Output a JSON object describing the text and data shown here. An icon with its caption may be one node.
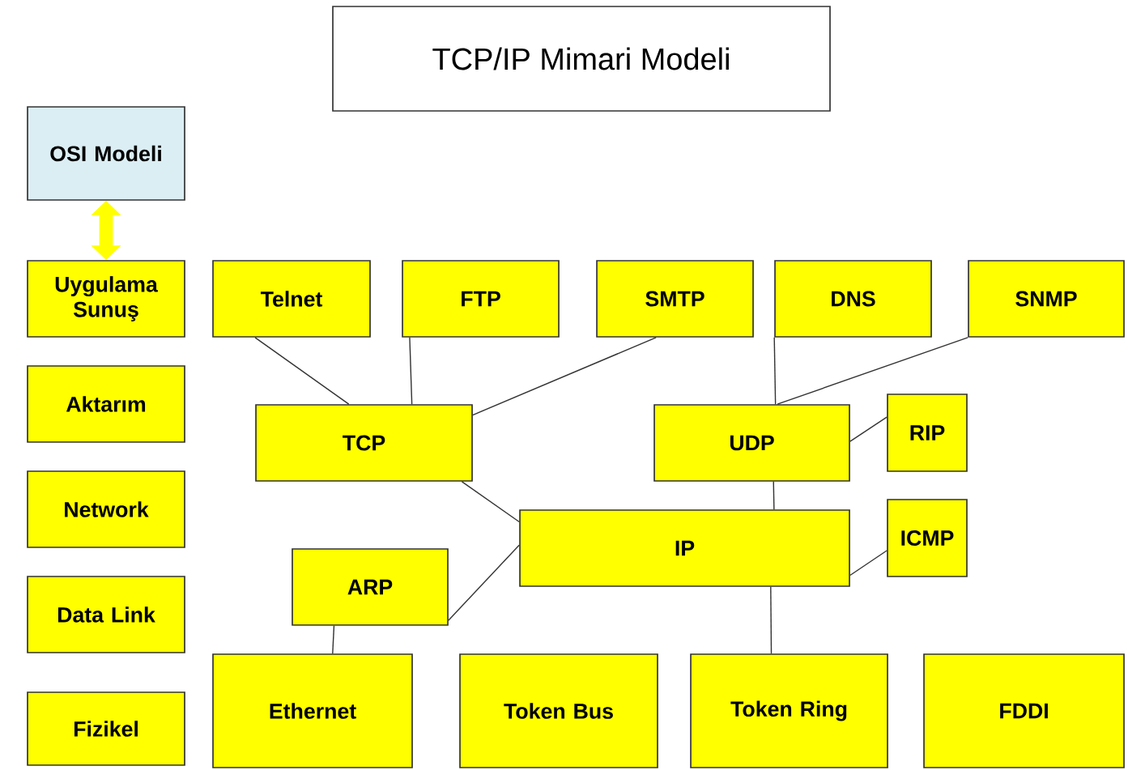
{
  "diagram": {
    "title": "TCP/IP Mimari Modeli",
    "nodes": [
      {
        "text": [
          "OSI Modeli"
        ]
      },
      {
        "text": [
          "Uygulama Sunuş"
        ]
      },
      {
        "text": [
          "Aktarım"
        ]
      },
      {
        "text": [
          "Network"
        ]
      },
      {
        "text": [
          "Data Link"
        ]
      },
      {
        "text": [
          "Fizikel"
        ]
      },
      {
        "text": [
          "Telnet"
        ]
      },
      {
        "text": [
          "FTP"
        ]
      },
      {
        "text": [
          "SMTP"
        ]
      },
      {
        "text": [
          "DNS"
        ]
      },
      {
        "text": [
          "SNMP"
        ]
      },
      {
        "text": [
          "TCP"
        ]
      },
      {
        "text": [
          "UDP"
        ]
      },
      {
        "text": [
          "RIP"
        ]
      },
      {
        "text": [
          "IP"
        ]
      },
      {
        "text": [
          "ICMP"
        ]
      },
      {
        "text": [
          "ARP"
        ]
      },
      {
        "text": [
          "Ethernet"
        ]
      },
      {
        "text": [
          "Token Bus"
        ]
      },
      {
        "text": [
          "Token Ring"
        ]
      },
      {
        "text": [
          "FDDI"
        ]
      }
    ],
    "edges": [
      {
        "from": 6,
        "to": 11,
        "arrow": "none"
      },
      {
        "from": 7,
        "to": 11,
        "arrow": "none"
      },
      {
        "from": 8,
        "to": 11,
        "arrow": "none"
      },
      {
        "from": 9,
        "to": 12,
        "arrow": "none"
      },
      {
        "from": 10,
        "to": 12,
        "arrow": "none"
      },
      {
        "from": 12,
        "to": 13,
        "arrow": "none"
      },
      {
        "from": 11,
        "to": 14,
        "arrow": "none"
      },
      {
        "from": 12,
        "to": 14,
        "arrow": "none"
      },
      {
        "from": 14,
        "to": 15,
        "arrow": "none"
      },
      {
        "from": 16,
        "to": 14,
        "arrow": "none"
      },
      {
        "from": 16,
        "to": 17,
        "arrow": "none"
      },
      {
        "from": 14,
        "to": 19,
        "arrow": "none"
      },
      {
        "from": 0,
        "to": 1,
        "arrow": "both",
        "style": "thick",
        "color": "#ffff00"
      }
    ]
  }
}
